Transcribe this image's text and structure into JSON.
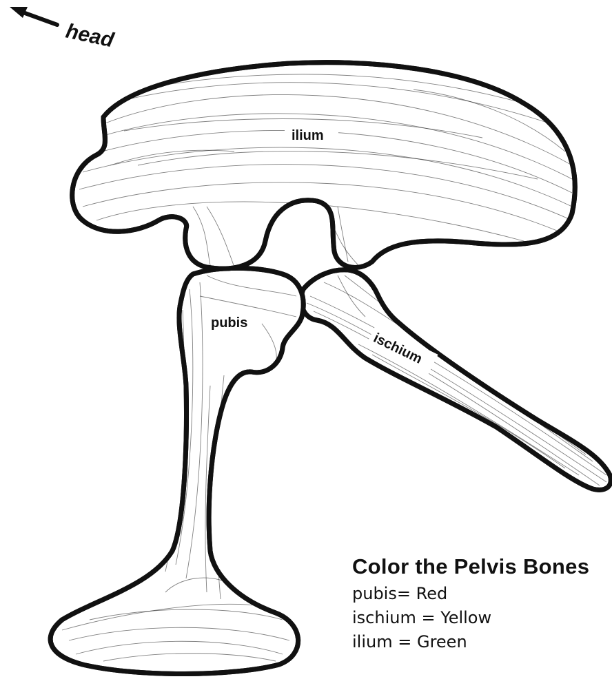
{
  "direction_label": "head",
  "labels": {
    "ilium": "ilium",
    "pubis": "pubis",
    "ischium": "ischium"
  },
  "key": {
    "title": "Color the Pelvis Bones",
    "items": [
      {
        "bone": "pubis",
        "sep": "= ",
        "color_name": "Red"
      },
      {
        "bone": "ischium",
        "sep": " = ",
        "color_name": "Yellow"
      },
      {
        "bone": "ilium",
        "sep": " = ",
        "color_name": "Green"
      }
    ]
  },
  "colors": {
    "ink": "#111111",
    "paper": "#ffffff"
  }
}
